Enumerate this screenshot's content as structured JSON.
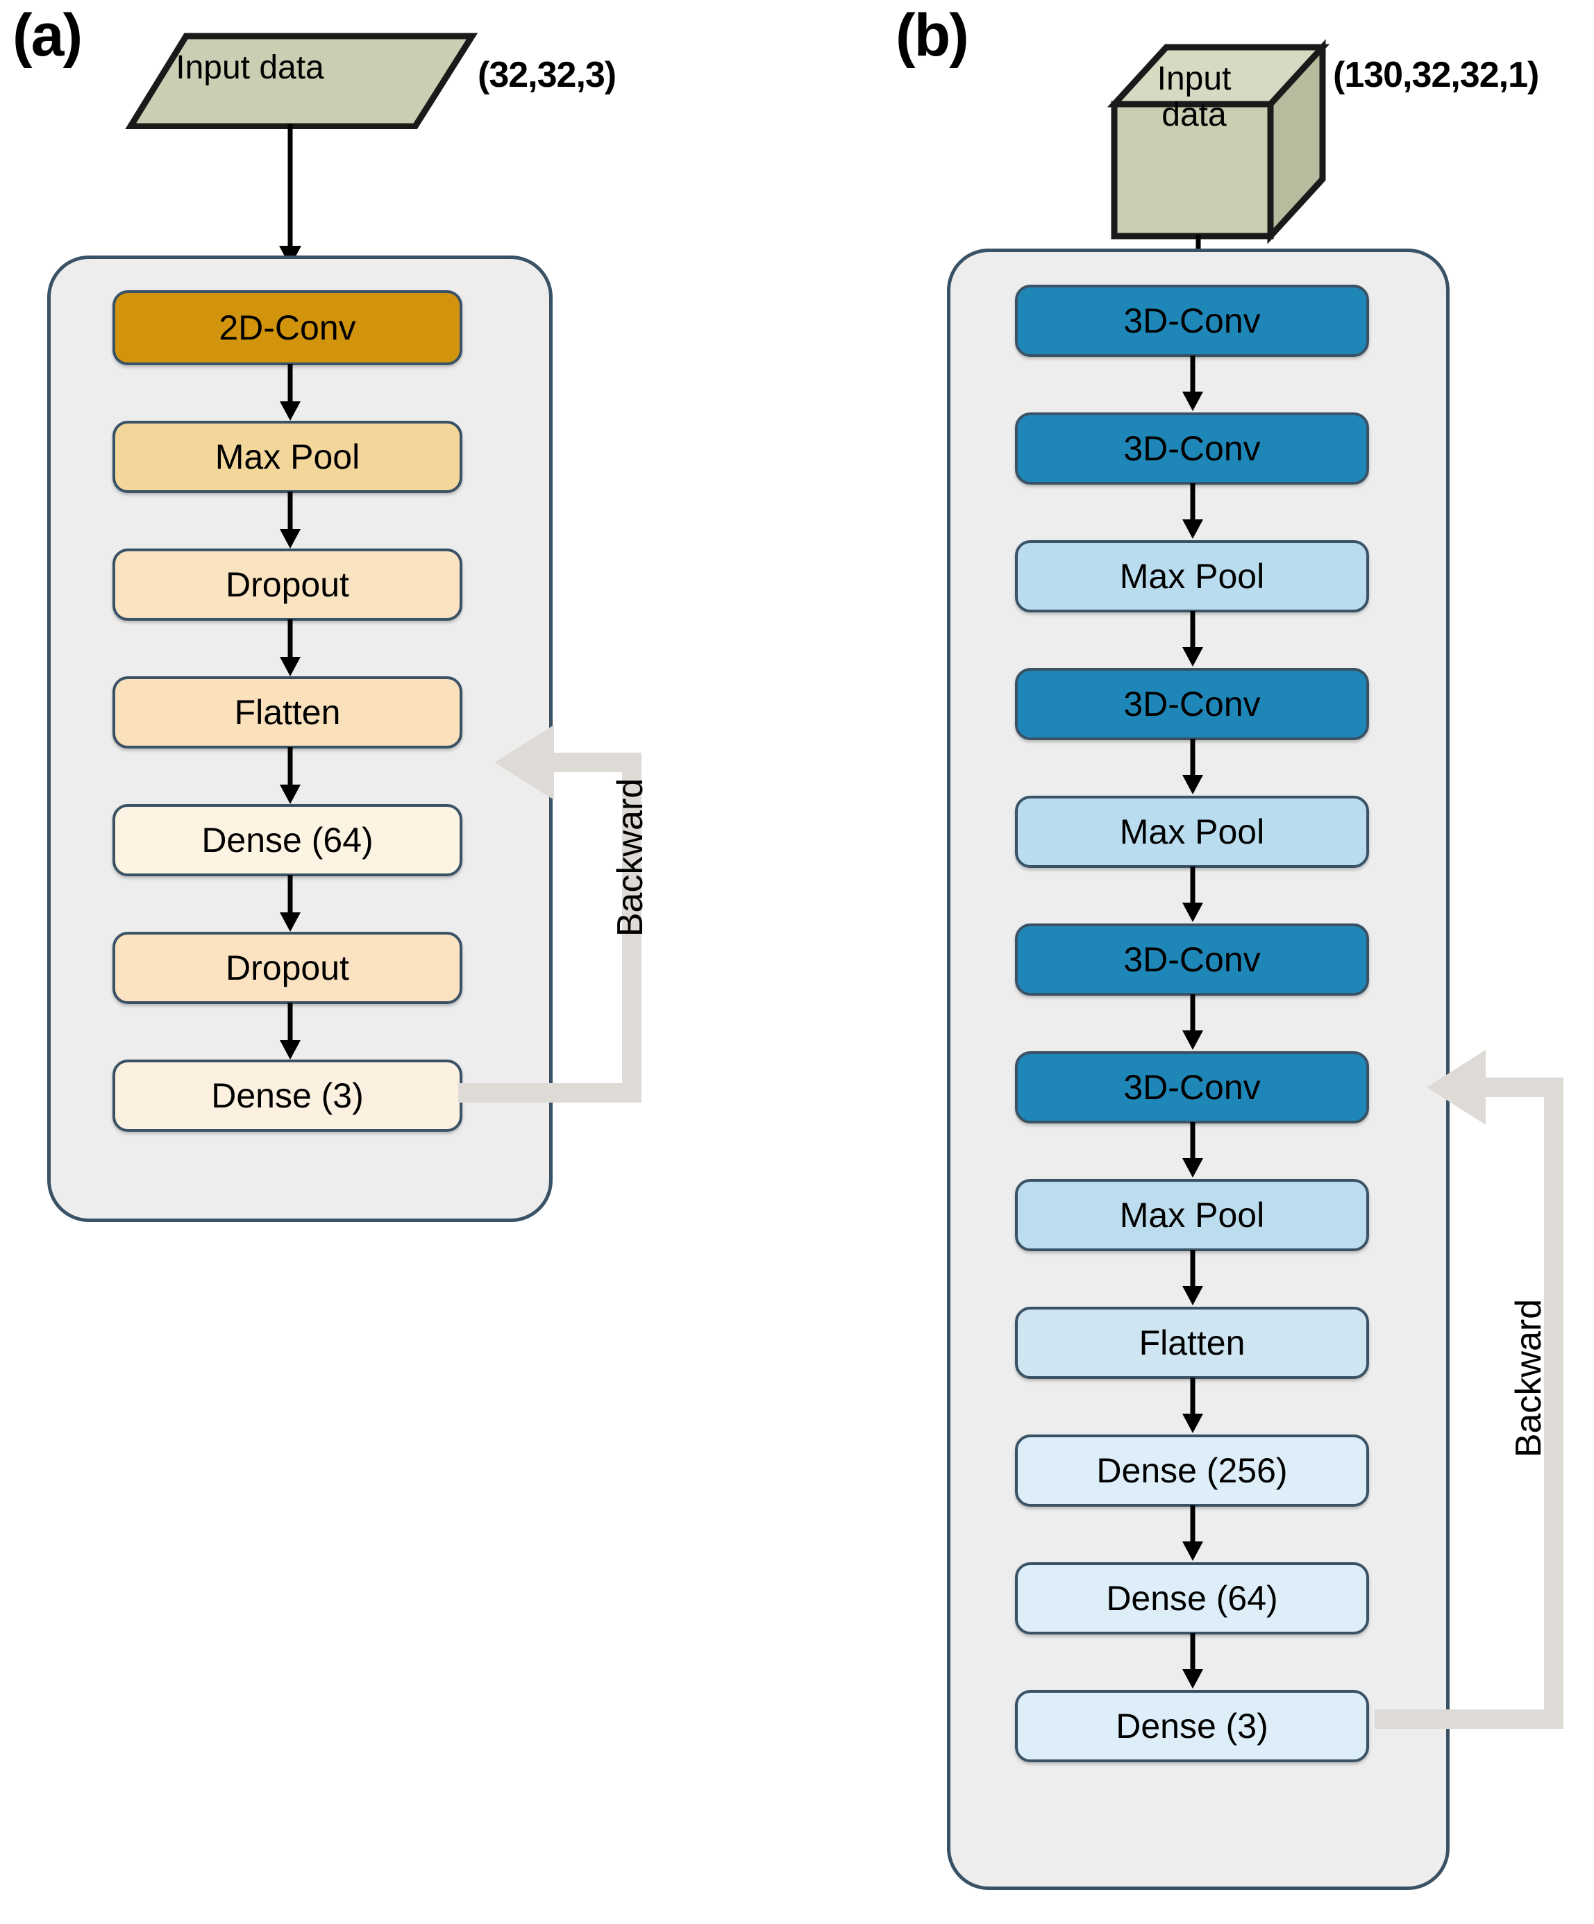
{
  "figure": {
    "type": "diagram",
    "description": "Two CNN architecture flowcharts"
  },
  "panels": [
    {
      "id": "a",
      "label": "(a)",
      "input": {
        "shape_kind": "parallelogram",
        "label": "Input data",
        "dims": "(32,32,3)",
        "fill": "#ccceb3"
      },
      "container_fill": "#ededed",
      "container_stroke": "#3a5266",
      "backward_label": "Backward",
      "backward_color": "#dedad6",
      "layers": [
        {
          "label": "2D-Conv",
          "fill": "#d2930d"
        },
        {
          "label": "Max Pool",
          "fill": "#f3d79a"
        },
        {
          "label": "Dropout",
          "fill": "#fae3c0"
        },
        {
          "label": "Flatten",
          "fill": "#fae0bb"
        },
        {
          "label": "Dense (64)",
          "fill": "#fdf3e2"
        },
        {
          "label": "Dropout",
          "fill": "#fbe3c2"
        },
        {
          "label": "Dense (3)",
          "fill": "#fcf1e0"
        }
      ]
    },
    {
      "id": "b",
      "label": "(b)",
      "input": {
        "shape_kind": "cube",
        "label": "Input\ndata",
        "dims": "(130,32,32,1)",
        "fill": "#ccceb3",
        "fill_side": "#b9bb9e",
        "fill_top": "#d8d9c2"
      },
      "container_fill": "#ededed",
      "container_stroke": "#3a5266",
      "backward_label": "Backward",
      "backward_color": "#dedad6",
      "layers": [
        {
          "label": "3D-Conv",
          "fill": "#1f87b8"
        },
        {
          "label": "3D-Conv",
          "fill": "#1f87b8"
        },
        {
          "label": "Max Pool",
          "fill": "#b9dcee"
        },
        {
          "label": "3D-Conv",
          "fill": "#1f87b8"
        },
        {
          "label": "Max Pool",
          "fill": "#b9dcee"
        },
        {
          "label": "3D-Conv",
          "fill": "#1f87b8"
        },
        {
          "label": "3D-Conv",
          "fill": "#1f87b8"
        },
        {
          "label": "Max Pool",
          "fill": "#bcddee"
        },
        {
          "label": "Flatten",
          "fill": "#cfe5f2"
        },
        {
          "label": "Dense (256)",
          "fill": "#ddeef8"
        },
        {
          "label": "Dense (64)",
          "fill": "#ddeef8"
        },
        {
          "label": "Dense (3)",
          "fill": "#ddeef8"
        }
      ]
    }
  ]
}
